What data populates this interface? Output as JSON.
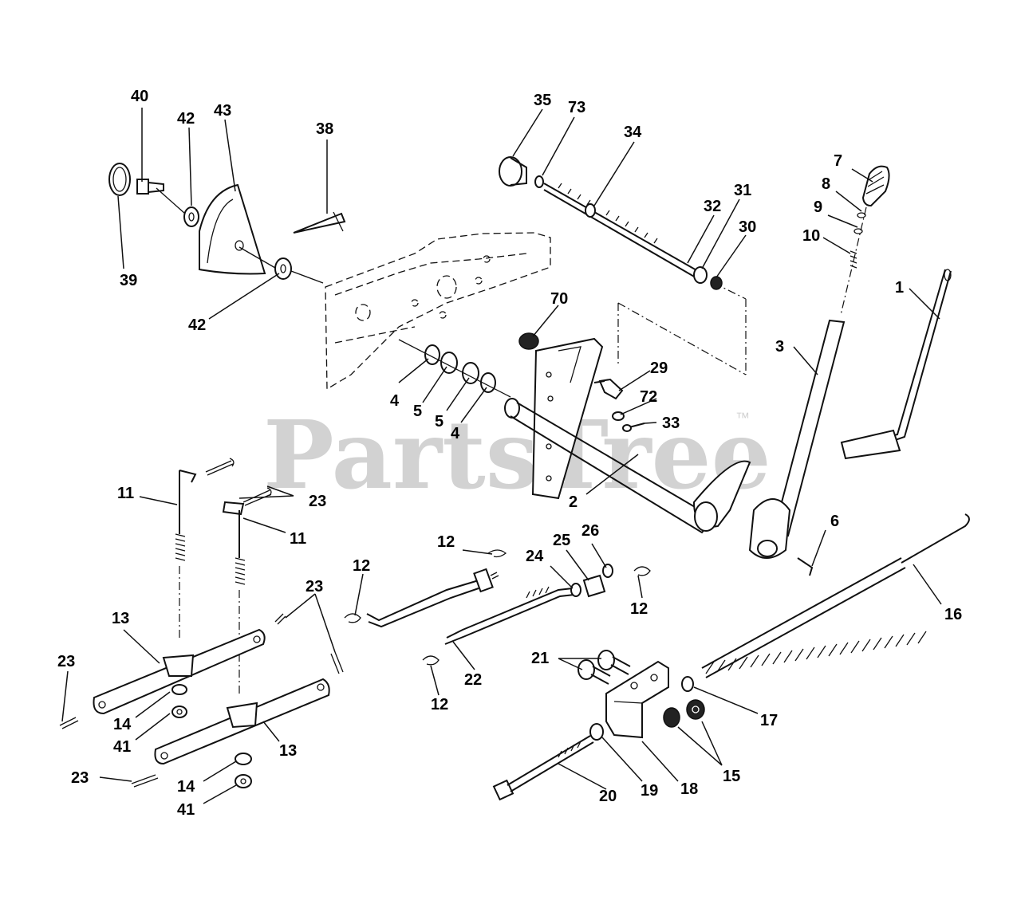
{
  "watermark": {
    "text": "PartsTree",
    "trademark": "™"
  },
  "callouts": {
    "c40": "40",
    "c42a": "42",
    "c43": "43",
    "c38": "38",
    "c39": "39",
    "c42b": "42",
    "c35": "35",
    "c73": "73",
    "c34": "34",
    "c32": "32",
    "c31": "31",
    "c30": "30",
    "c7": "7",
    "c8": "8",
    "c9": "9",
    "c10": "10",
    "c1": "1",
    "c3": "3",
    "c70": "70",
    "c29": "29",
    "c72": "72",
    "c33": "33",
    "c4a": "4",
    "c5a": "5",
    "c5b": "5",
    "c4b": "4",
    "c2": "2",
    "c6": "6",
    "c11a": "11",
    "c23a": "23",
    "c11b": "11",
    "c23b": "23",
    "c13a": "13",
    "c23c": "23",
    "c14a": "14",
    "c41a": "41",
    "c13b": "13",
    "c23d": "23",
    "c14b": "14",
    "c41b": "41",
    "c12a": "12",
    "c12b": "12",
    "c24": "24",
    "c25": "25",
    "c26": "26",
    "c12c": "12",
    "c22": "22",
    "c12d": "12",
    "c16": "16",
    "c21": "21",
    "c17": "17",
    "c15": "15",
    "c20": "20",
    "c19": "19",
    "c18": "18"
  }
}
